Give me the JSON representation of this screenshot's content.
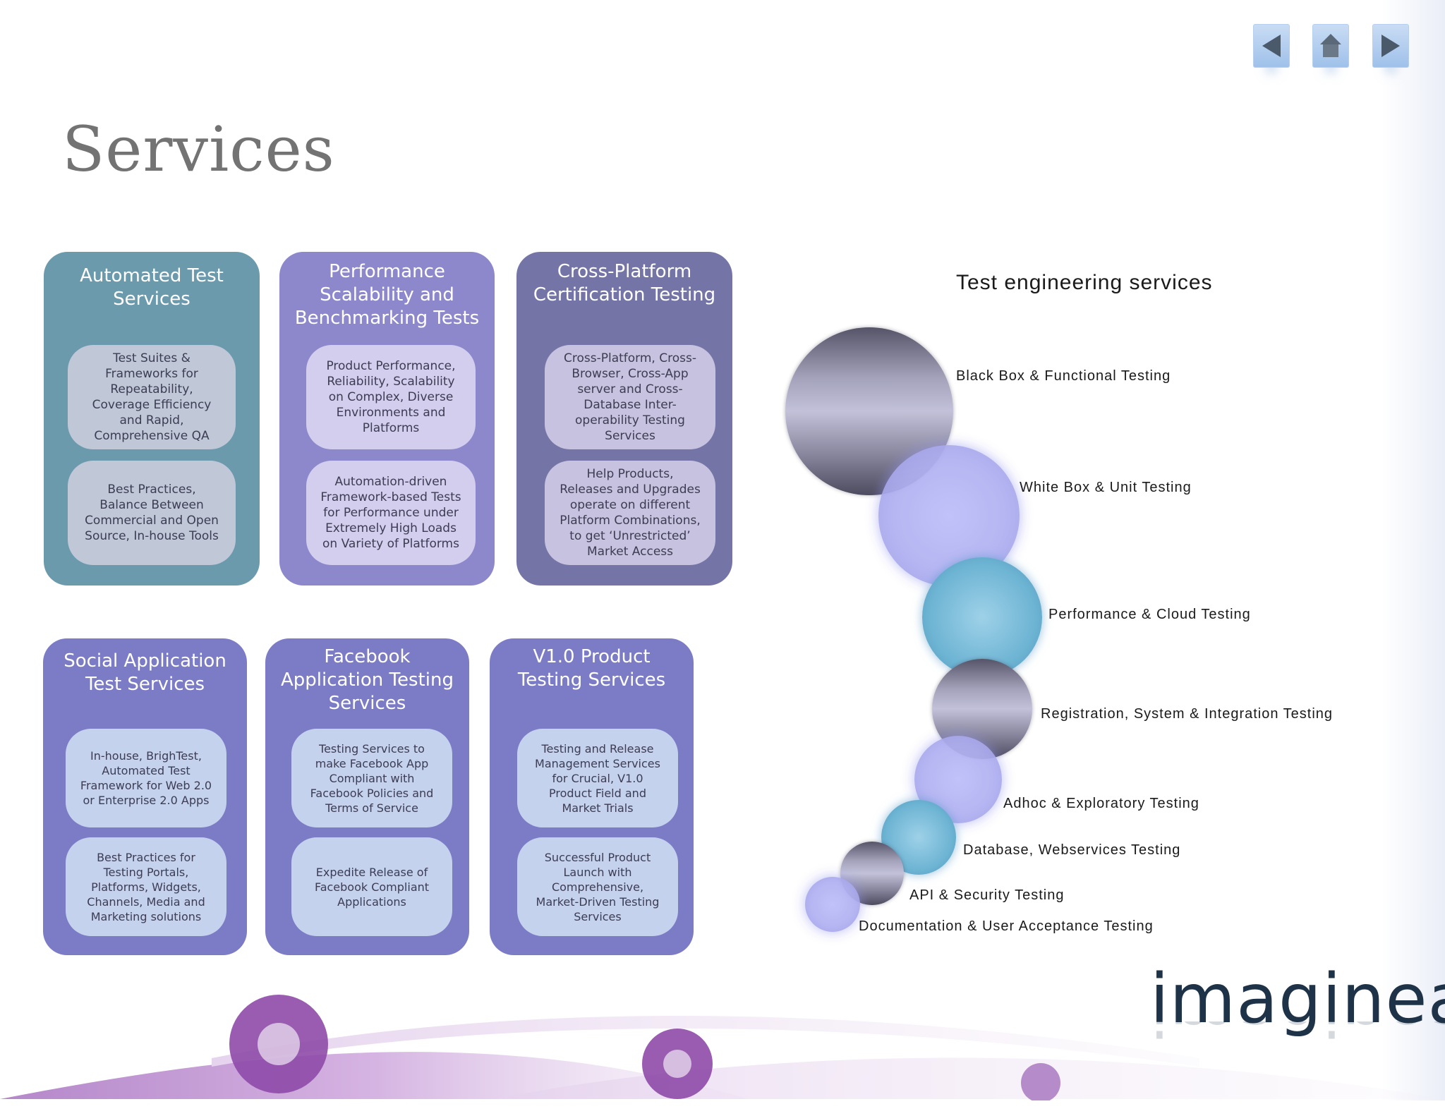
{
  "slide": {
    "title": "Services"
  },
  "nav": {
    "prev_icon": "triangle-left-icon",
    "home_icon": "home-icon",
    "next_icon": "triangle-right-icon"
  },
  "cards": [
    {
      "title": "Automated Test Services",
      "items": [
        "Test Suites & Frameworks for Repeatability, Coverage Efficiency and Rapid, Comprehensive QA",
        "Best Practices, Balance Between Commercial and Open Source, In-house Tools"
      ]
    },
    {
      "title": "Performance Scalability and Benchmarking Tests",
      "items": [
        "Product Performance, Reliability, Scalability on Complex, Diverse Environments and Platforms",
        "Automation-driven Framework-based Tests for Performance under Extremely High Loads on Variety of Platforms"
      ]
    },
    {
      "title": "Cross-Platform Certification Testing",
      "items": [
        "Cross-Platform, Cross-Browser, Cross-App server and Cross-Database Inter-operability Testing Services",
        "Help Products, Releases and Upgrades operate on different Platform Combinations, to get ‘Unrestricted’ Market Access"
      ]
    },
    {
      "title": "Social Application Test Services",
      "items": [
        "In-house, BrighTest, Automated Test Framework for Web 2.0 or Enterprise 2.0 Apps",
        "Best Practices for Testing Portals, Platforms, Widgets, Channels, Media and Marketing solutions"
      ]
    },
    {
      "title": "Facebook Application Testing Services",
      "items": [
        "Testing Services to make Facebook App Compliant with Facebook Policies and Terms of Service",
        "Expedite Release of Facebook Compliant Applications"
      ]
    },
    {
      "title": "V1.0 Product Testing Services",
      "items": [
        "Testing and Release Management Services for Crucial, V1.0 Product Field and Market Trials",
        "Successful Product Launch with Comprehensive, Market-Driven Testing Services"
      ]
    }
  ],
  "diagram": {
    "title": "Test engineering services",
    "items": [
      {
        "label": "Black Box & Functional Testing",
        "color": "#a3a2ba"
      },
      {
        "label": "White Box & Unit Testing",
        "color": "#b0b0f2"
      },
      {
        "label": "Performance & Cloud Testing",
        "color": "#6fb5d4"
      },
      {
        "label": "Registration, System & Integration Testing",
        "color": "#a3a2ba"
      },
      {
        "label": "Adhoc & Exploratory Testing",
        "color": "#b0b0f2"
      },
      {
        "label": "Database, Webservices Testing",
        "color": "#6fb5d4"
      },
      {
        "label": "API & Security Testing",
        "color": "#a3a2ba"
      },
      {
        "label": "Documentation & User Acceptance Testing",
        "color": "#b0b0f2"
      }
    ]
  },
  "brand": {
    "logo": "imaginea",
    "accent": "#9b59b6"
  }
}
